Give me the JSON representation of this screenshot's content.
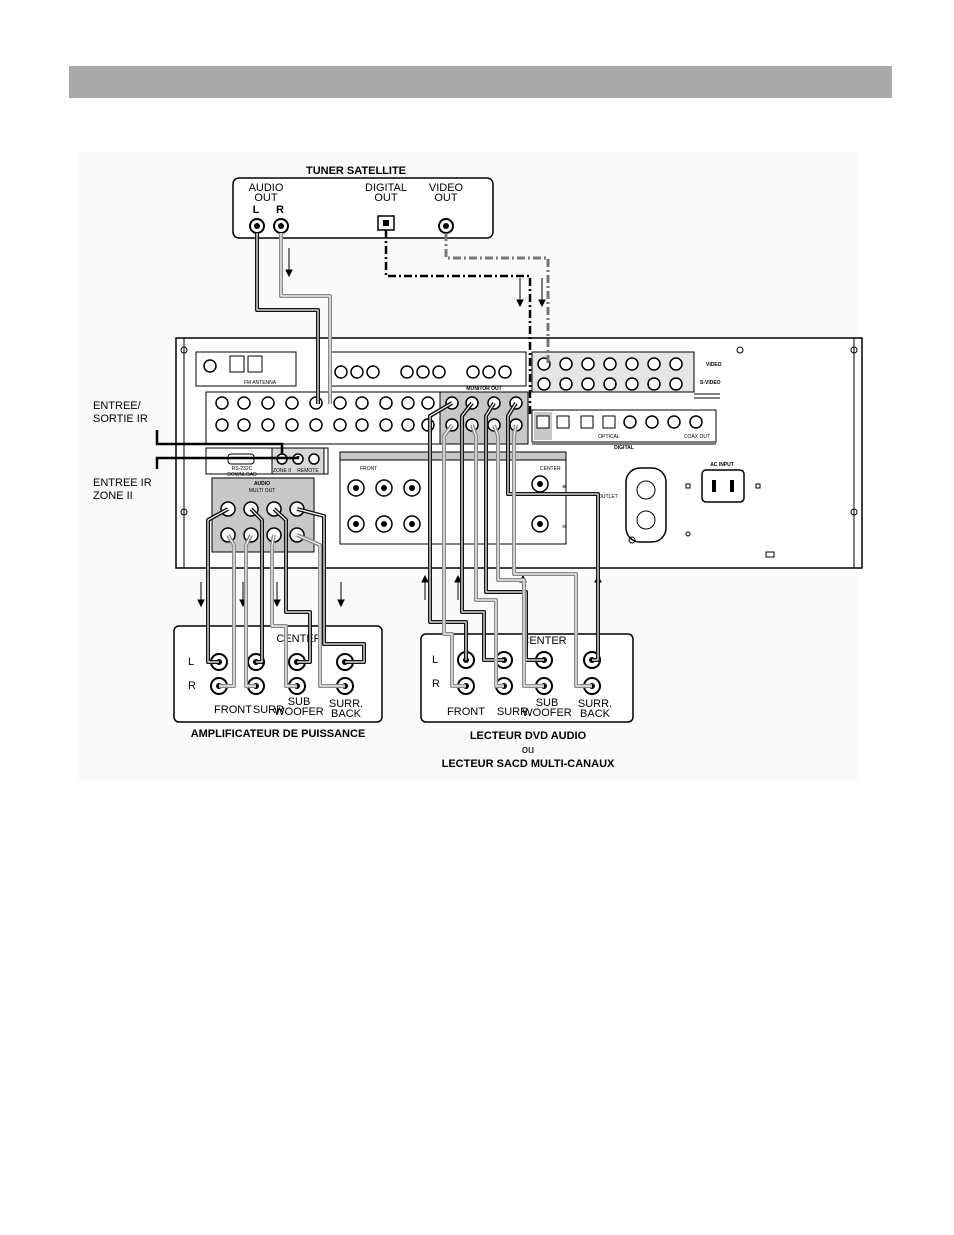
{
  "satellite": {
    "title": "TUNER SATELLITE",
    "audio_out": [
      "AUDIO",
      "OUT"
    ],
    "left": "L",
    "right": "R",
    "digital_out": [
      "DIGITAL",
      "OUT"
    ],
    "video_out": [
      "VIDEO",
      "OUT"
    ]
  },
  "side_labels": {
    "ir_in_out": [
      "ENTREE/",
      "SORTIE IR"
    ],
    "ir_zone2": [
      "ENTREE IR",
      "ZONE II"
    ]
  },
  "receiver": {
    "video": "VIDEO",
    "svideo": "S-VIDEO",
    "digital": "DIGITAL",
    "ac_input": "AC INPUT",
    "antenna": "FM ANTENNA",
    "rs232c": "RS-232C",
    "download": "DOWNLOAD",
    "remote": "REMOTE",
    "zone2": "ZONE II",
    "audio": "AUDIO",
    "multi_out": "MULTI OUT",
    "monitor_out": "MONITOR OUT",
    "front": "FRONT",
    "center": "CENTER",
    "outlet": "OUTLET",
    "optical": "OPTICAL",
    "coaxial": "COAX OUT"
  },
  "amplifier": {
    "title": "AMPLIFICATEUR DE PUISSANCE",
    "left": "L",
    "right": "R",
    "center": "CENTER",
    "front": "FRONT",
    "surr": "SURR.",
    "sub": [
      "SUB",
      "WOOFER"
    ],
    "surr_back": [
      "SURR.",
      "BACK"
    ]
  },
  "dvd_player": {
    "title_lines": [
      "LECTEUR DVD AUDIO",
      "ou",
      "LECTEUR SACD MULTI-CANAUX"
    ],
    "left": "L",
    "right": "R",
    "center": "CENTER",
    "front": "FRONT",
    "surr": "SURR.",
    "sub": [
      "SUB",
      "WOOFER"
    ],
    "surr_back": [
      "SURR.",
      "BACK"
    ]
  },
  "colors": {
    "header": "#a9a9a9",
    "panel_shade": "#c8c8c8",
    "cable_dark": "#111111",
    "cable_light": "#888888"
  }
}
